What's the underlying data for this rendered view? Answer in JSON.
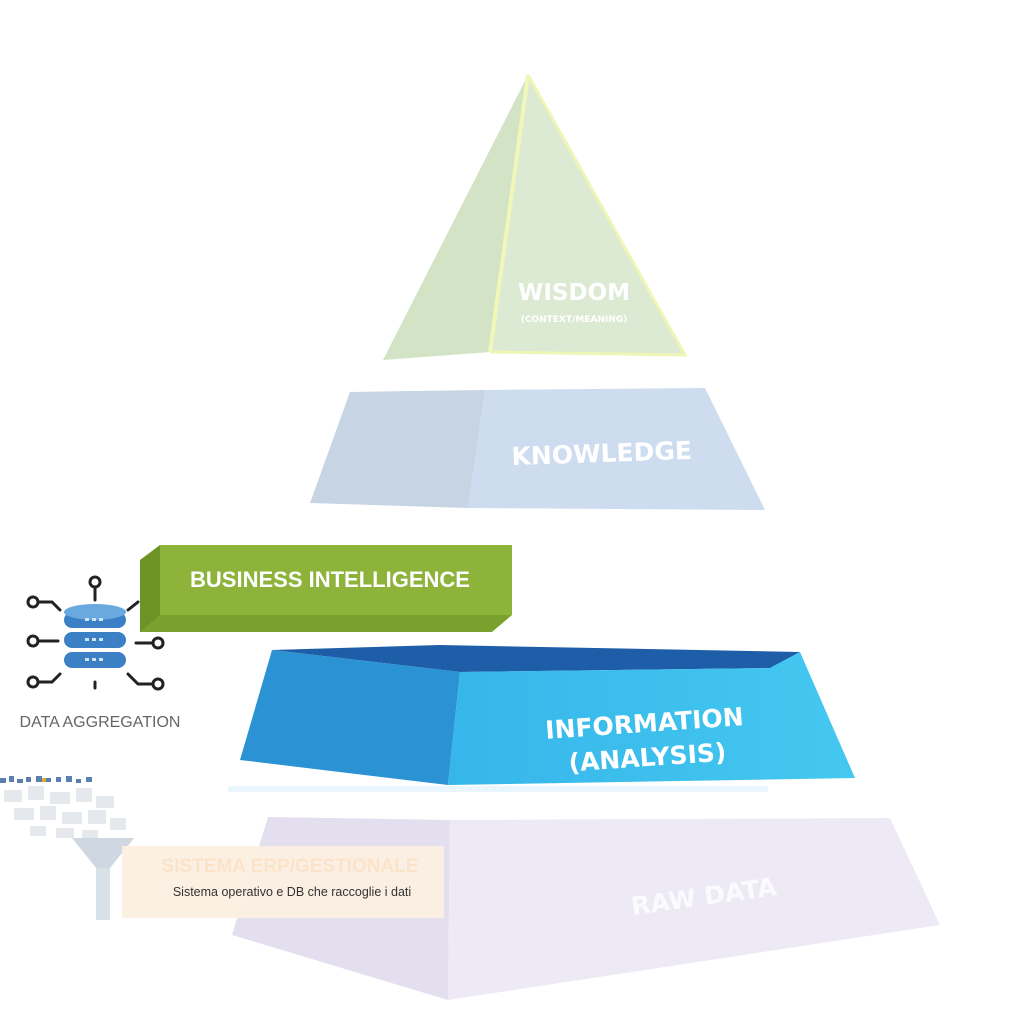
{
  "pyramid": {
    "wisdom": {
      "label": "WISDOM",
      "sublabel": "(CONTEXT/MEANING)"
    },
    "knowledge": {
      "label": "KNOWLEDGE"
    },
    "information": {
      "label_line1": "INFORMATION",
      "label_line2": "(ANALYSIS)"
    },
    "raw_data": {
      "label": "RAW DATA"
    }
  },
  "business_intelligence": {
    "label": "BUSINESS INTELLIGENCE"
  },
  "data_aggregation": {
    "label": "DATA AGGREGATION"
  },
  "erp": {
    "title": "SISTEMA ERP/GESTIONALE",
    "description": "Sistema operativo e DB che raccoglie i dati"
  },
  "colors": {
    "wisdom": "#d8e8cf",
    "knowledge": "#c5d5e8",
    "information_front": "#3fc3ee",
    "information_side": "#2a8fd0",
    "information_top": "#1d5fa8",
    "raw_data": "#ece8f3",
    "business_intelligence": "#8db33a",
    "erp_box": "#fdf0e2",
    "db_icon": "#3b7fc4"
  },
  "icons": [
    "database-icon",
    "funnel-icon",
    "document-cloud-icon"
  ]
}
